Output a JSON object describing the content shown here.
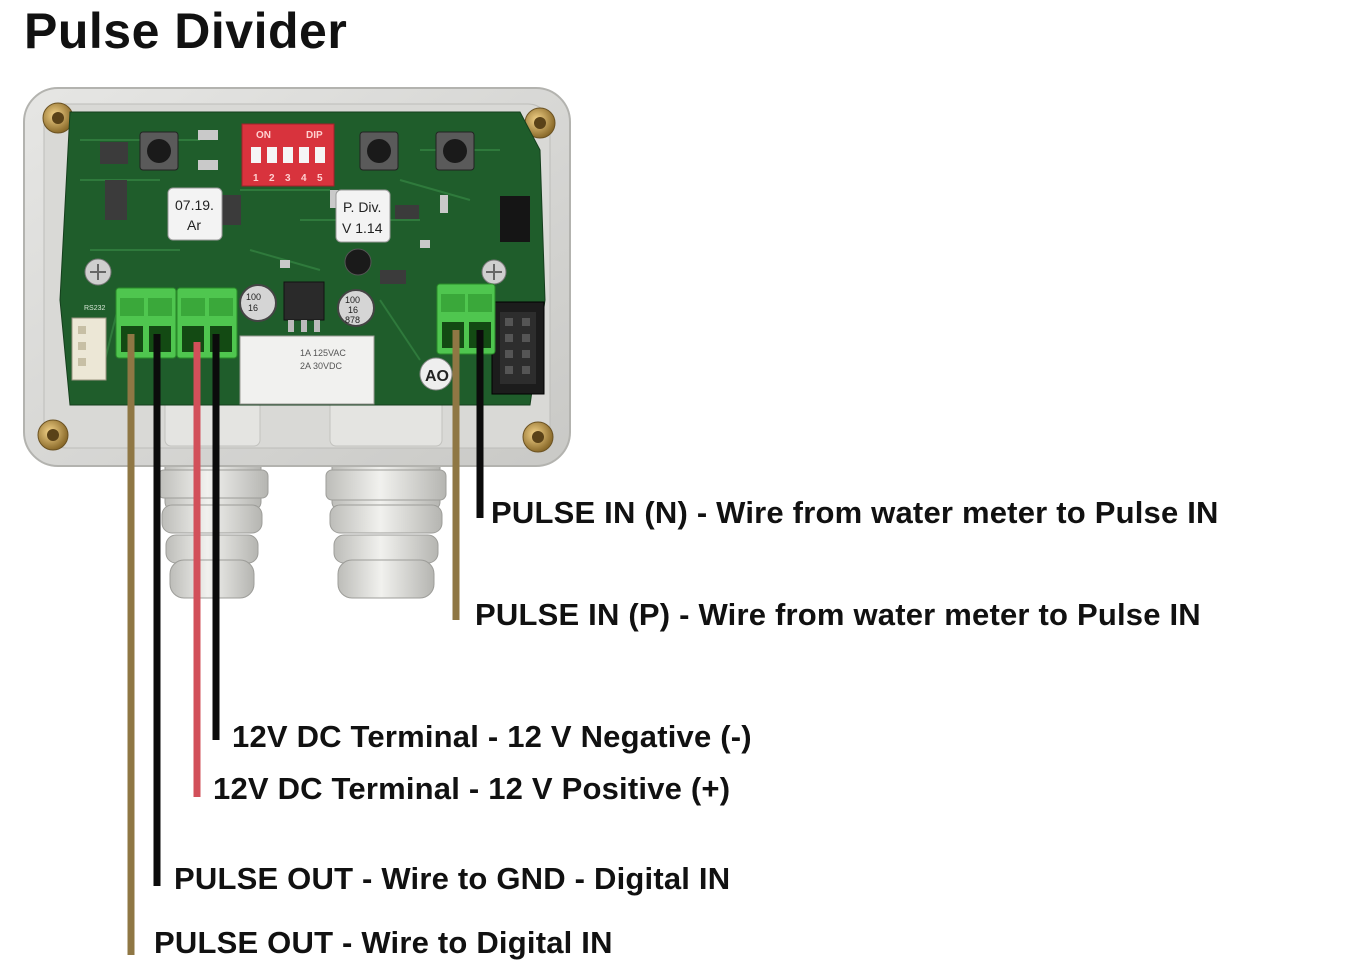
{
  "title": "Pulse Divider",
  "board": {
    "dip_on": "ON",
    "dip_label": "DIP",
    "dip_numbers": [
      "1",
      "2",
      "3",
      "4",
      "5"
    ],
    "sticker_date": [
      "07.19.",
      "Ar"
    ],
    "sticker_version": [
      "P. Div.",
      "V 1.14"
    ],
    "badge": "AO",
    "capacitor_1": [
      "100",
      "16"
    ],
    "capacitor_2": [
      "100",
      "16",
      "878"
    ],
    "relay_text": [
      "1A 125VAC",
      "2A 30VDC"
    ],
    "connector_label": "RS232"
  },
  "wire_colors": {
    "brown": "#8f7744",
    "black": "#0b0b0b",
    "red": "#d2505a"
  },
  "labels": {
    "pulse_in_n": "PULSE IN (N) - Wire from water meter to Pulse IN",
    "pulse_in_p": "PULSE IN (P) - Wire from water meter to Pulse IN",
    "dc_negative": "12V DC Terminal - 12 V Negative (-)",
    "dc_positive": "12V DC Terminal - 12 V Positive (+)",
    "pulse_out_gnd": "PULSE OUT - Wire to GND - Digital IN",
    "pulse_out": "PULSE OUT - Wire to Digital IN"
  }
}
